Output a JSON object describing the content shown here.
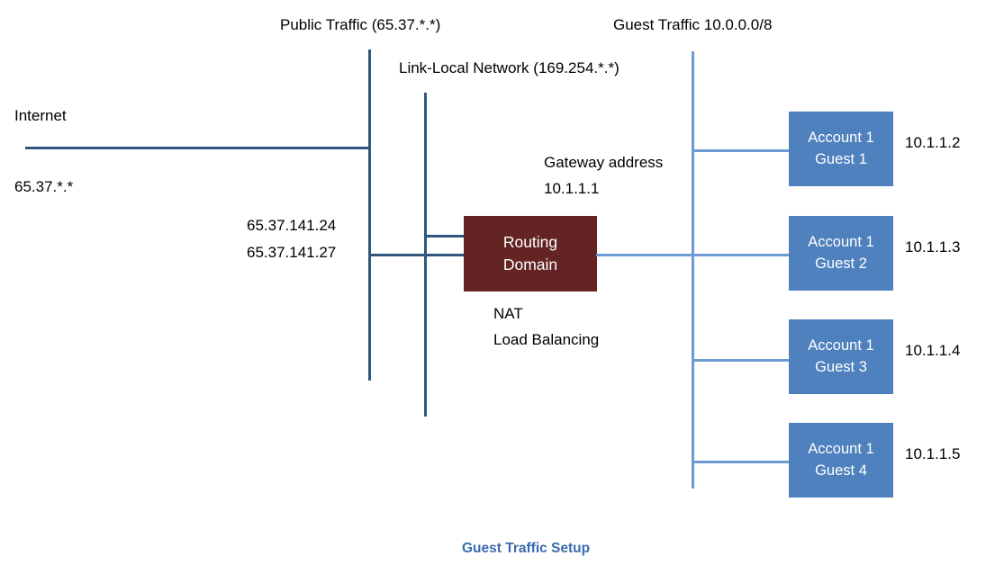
{
  "diagram": {
    "caption": "Guest Traffic Setup",
    "colors": {
      "line_dark": "#31577F",
      "line_light": "#6B9BD2",
      "guest_box": "#4E81BD",
      "router_box": "#632423",
      "caption_text": "#3A6BB0",
      "background": "#FFFFFF",
      "text": "#000000"
    },
    "zones": {
      "public_traffic": "Public Traffic (65.37.*.*)",
      "link_local": "Link-Local Network (169.254.*.*)",
      "guest_traffic": "Guest Traffic 10.0.0.0/8"
    },
    "internet": {
      "label": "Internet",
      "address": "65.37.*.*"
    },
    "public_ips": {
      "line1": "65.37.141.24",
      "line2": "65.37.141.27"
    },
    "gateway": {
      "line1": "Gateway address",
      "line2": "10.1.1.1"
    },
    "router": {
      "line1": "Routing",
      "line2": "Domain",
      "functions": {
        "line1": "NAT",
        "line2": "Load Balancing"
      }
    },
    "guests": [
      {
        "line1": "Account 1",
        "line2": "Guest 1",
        "ip": "10.1.1.2"
      },
      {
        "line1": "Account 1",
        "line2": "Guest 2",
        "ip": "10.1.1.3"
      },
      {
        "line1": "Account 1",
        "line2": "Guest 3",
        "ip": "10.1.1.4"
      },
      {
        "line1": "Account 1",
        "line2": "Guest 4",
        "ip": "10.1.1.5"
      }
    ]
  }
}
